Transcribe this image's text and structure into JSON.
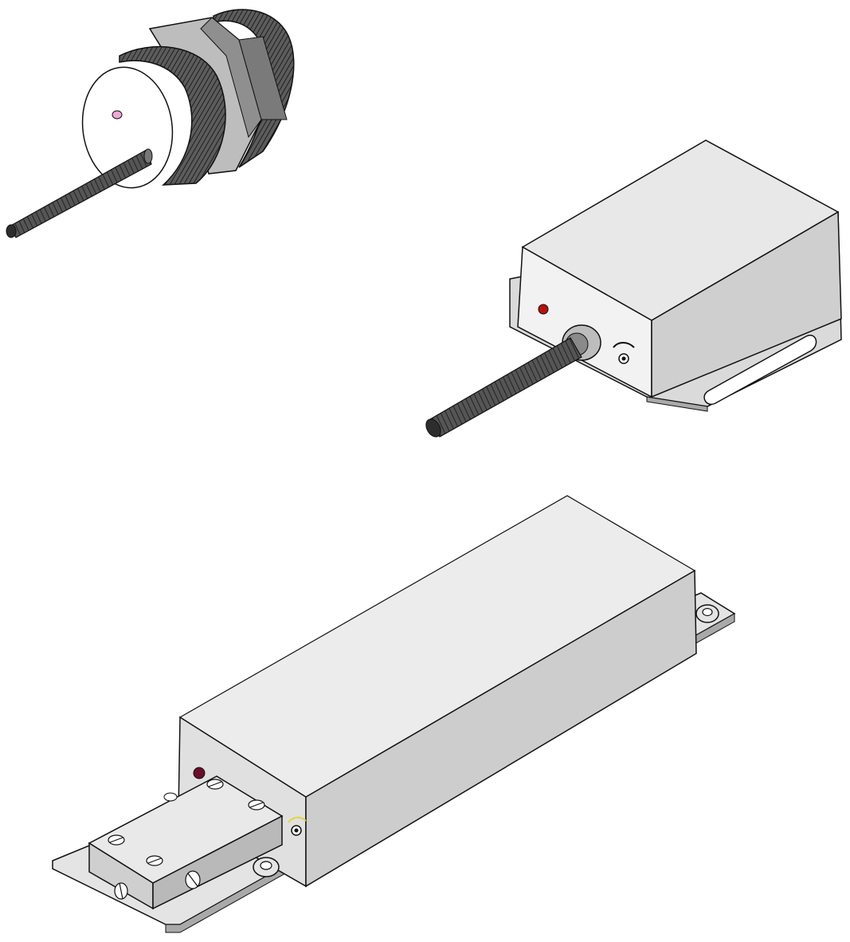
{
  "colors": {
    "background": "#ffffff",
    "outline": "#111111",
    "housing_light": "#e8e8e8",
    "housing_mid": "#cfcfcf",
    "housing_dark": "#a9a9a9",
    "thread_dark": "#3a3a3a",
    "thread_mid": "#6a6a6a",
    "cable": "#4a4a4a",
    "face_white": "#ffffff",
    "led_pink": "#f2a6d8",
    "led_red": "#b81010",
    "led_maroon": "#6a0e2a",
    "adjust_yellow": "#e8d23a"
  },
  "objects": [
    {
      "name": "cylindrical-threaded-sensor",
      "parts": [
        "threaded-barrel",
        "hex-nut",
        "front-face",
        "indicator-led",
        "cable"
      ]
    },
    {
      "name": "rectangular-sensor-housing",
      "parts": [
        "housing-box",
        "mounting-flange",
        "slot",
        "indicator-led",
        "adjust-screw",
        "cable-gland",
        "cable"
      ]
    },
    {
      "name": "long-sensor-unit",
      "parts": [
        "long-housing",
        "base-plate",
        "sensor-head",
        "screws",
        "nuts",
        "indicator-led",
        "adjust-screw"
      ]
    }
  ]
}
